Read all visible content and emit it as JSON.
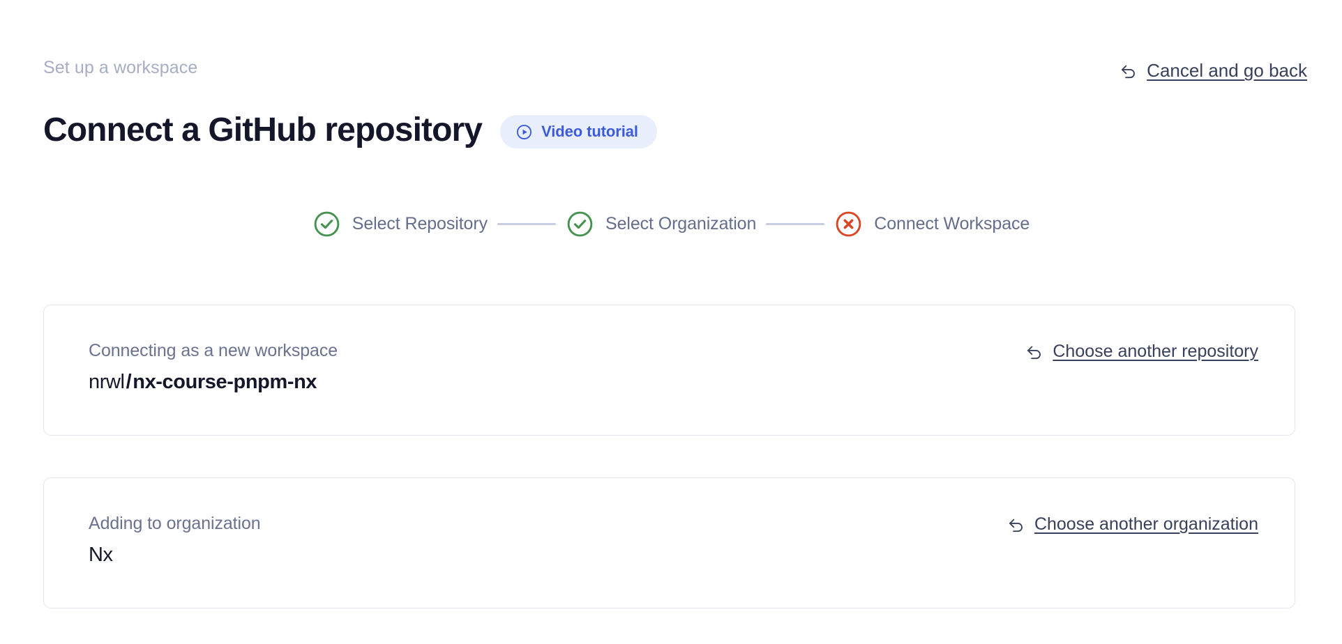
{
  "header": {
    "eyebrow": "Set up a workspace",
    "title": "Connect a GitHub repository",
    "video_badge": {
      "label": "Video tutorial",
      "icon": "play-circle-icon",
      "color": "#3b5bdb",
      "background": "#e9eefc"
    },
    "cancel_link": {
      "label": "Cancel and go back",
      "icon": "undo-arrow-icon"
    }
  },
  "stepper": {
    "steps": [
      {
        "label": "Select Repository",
        "state": "complete",
        "icon": "check-circle-icon",
        "color": "#43924f"
      },
      {
        "label": "Select Organization",
        "state": "complete",
        "icon": "check-circle-icon",
        "color": "#43924f"
      },
      {
        "label": "Connect Workspace",
        "state": "error",
        "icon": "x-circle-icon",
        "color": "#dd4422"
      }
    ],
    "connector_color": "#c9cde1"
  },
  "cards": [
    {
      "name": "repository-card",
      "caption": "Connecting as a new workspace",
      "value_owner": "nrwl",
      "value_separator": "/",
      "value_repo": "nx-course-pnpm-nx",
      "link": {
        "label": "Choose another repository",
        "icon": "undo-arrow-icon"
      }
    },
    {
      "name": "organization-card",
      "caption": "Adding to organization",
      "value_owner": "Nx",
      "value_separator": "",
      "value_repo": "",
      "link": {
        "label": "Choose another organization",
        "icon": "undo-arrow-icon"
      }
    }
  ],
  "colors": {
    "title": "#141729",
    "eyebrow": "#a6adc4",
    "muted": "#6a7290",
    "link": "#39405c",
    "card_border": "#e3e4ef",
    "accent_blue": "#3b5bdb",
    "success_green": "#43924f",
    "error_red": "#dd4422"
  }
}
